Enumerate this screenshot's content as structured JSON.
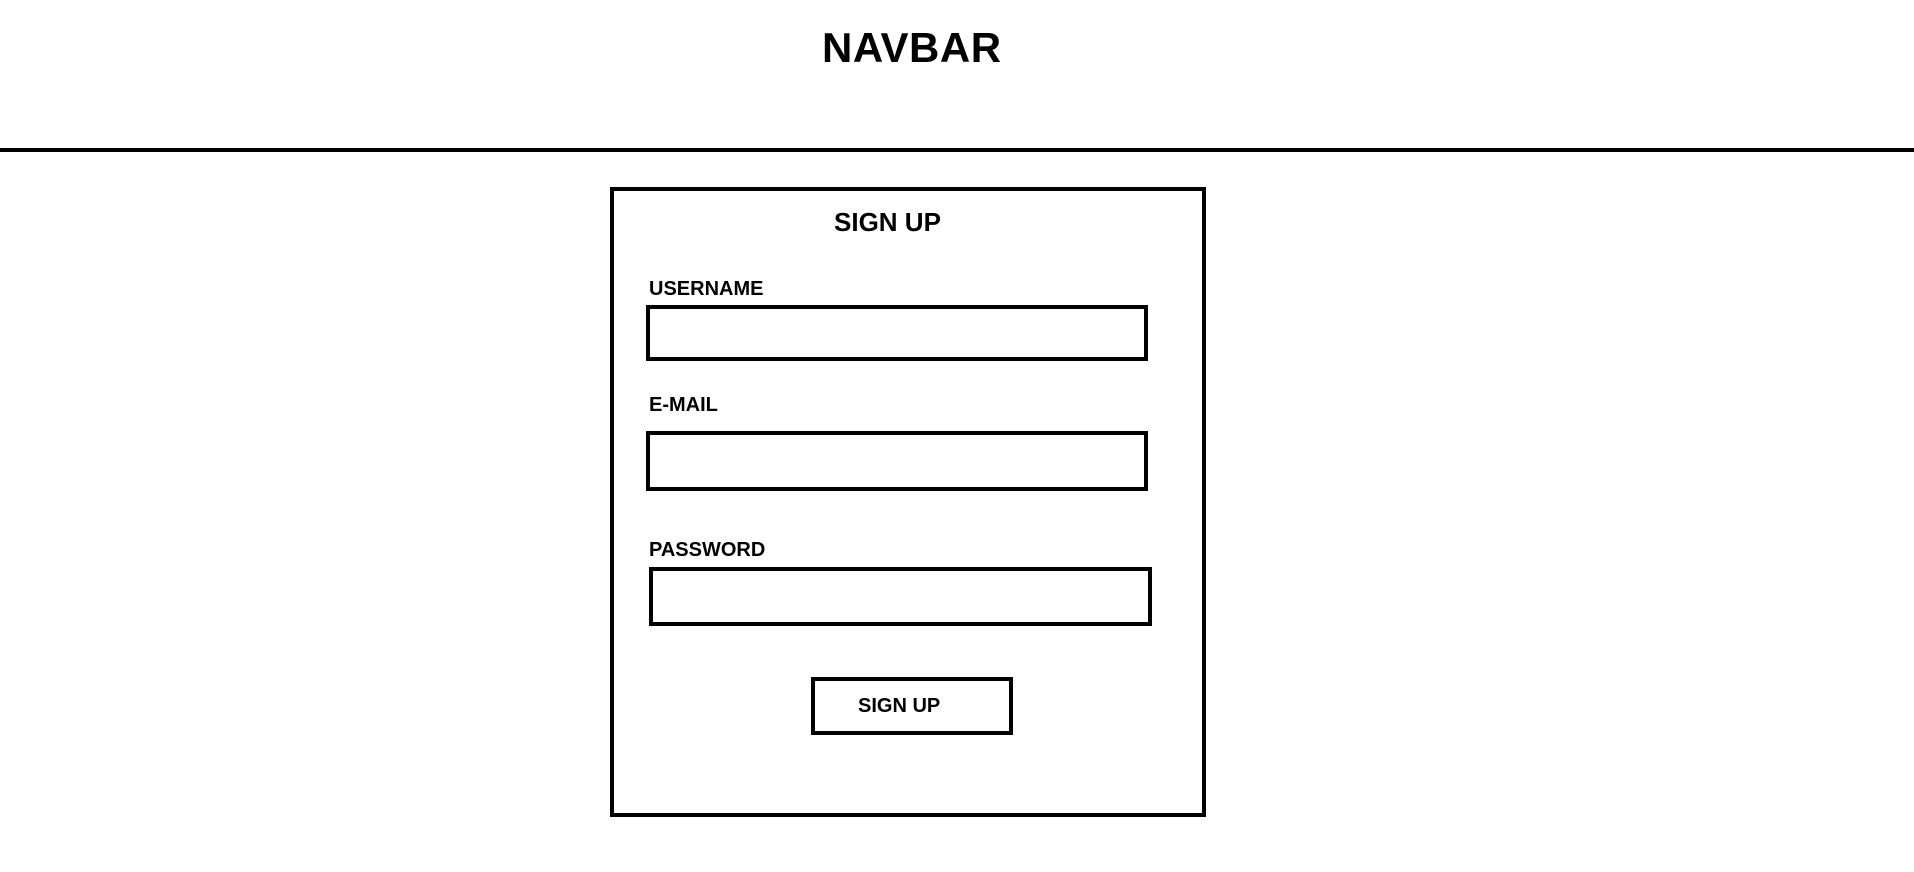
{
  "navbar": {
    "title": "NAVBAR"
  },
  "signup_form": {
    "title": "SIGN UP",
    "fields": [
      {
        "label": "USERNAME",
        "value": "",
        "placeholder": ""
      },
      {
        "label": "E-MAIL",
        "value": "",
        "placeholder": ""
      },
      {
        "label": "PASSWORD",
        "value": "",
        "placeholder": ""
      }
    ],
    "submit_label": "SIGN UP"
  },
  "colors": {
    "background": "#ffffff",
    "stroke": "#000000"
  }
}
